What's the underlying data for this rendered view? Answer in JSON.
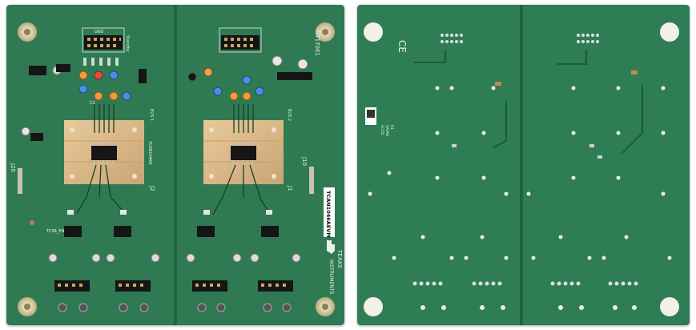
{
  "front_board": {
    "eval_label": "TCAN1046AEVM",
    "board_id": "INT170E1",
    "brand_line1": "TEXAS",
    "brand_line2": "INSTRUMENTS",
    "connector_left": "J2",
    "connector_right": "J1",
    "conn_left_ref": "J20",
    "conn_right_ref": "J10",
    "bus_left": "BUS 1",
    "bus_right": "BUS 2",
    "gnd_label": "GND",
    "standby_label": "Standby",
    "tcsr_label": "TCSR_EN",
    "chip_label": "TCAN1046A",
    "cap_label": "C2"
  },
  "back_board": {
    "ce_mark": "CE",
    "label_lines": [
      "ECCN",
      "5A992",
      "R1"
    ]
  },
  "colors": {
    "pcb_green": "#2f7a52",
    "pcb_dark": "#1e5c3c",
    "silkscreen": "#eaf3ea",
    "gold_pad": "#d9b88a",
    "header_black": "#151515"
  }
}
